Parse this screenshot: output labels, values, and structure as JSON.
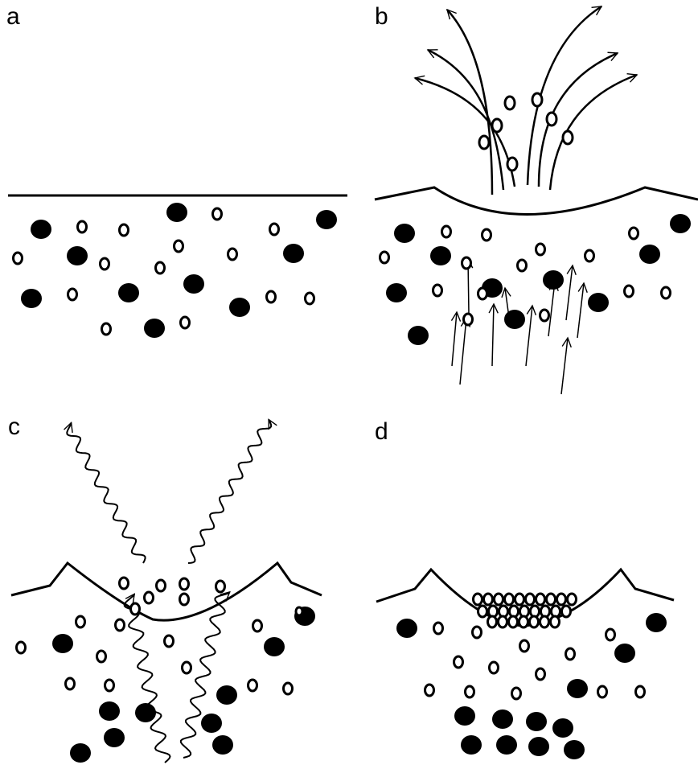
{
  "figure": {
    "panels": [
      {
        "id": "a",
        "label": "a"
      },
      {
        "id": "b",
        "label": "b"
      },
      {
        "id": "c",
        "label": "c"
      },
      {
        "id": "d",
        "label": "d"
      }
    ]
  },
  "colors": {
    "ink": "#000000",
    "paper": "#ffffff"
  }
}
